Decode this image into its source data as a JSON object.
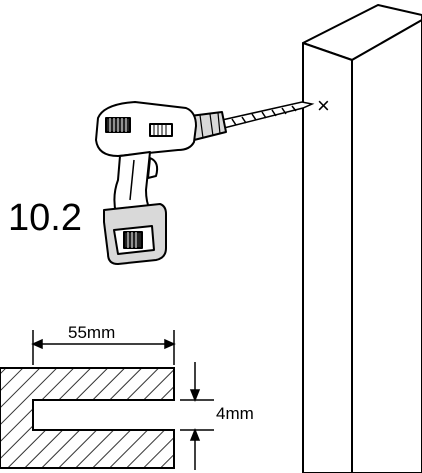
{
  "step_number": "10.2",
  "drill_point_mark": "×",
  "dimension_width": "55mm",
  "dimension_depth": "4mm",
  "icons": {
    "drill": "power-drill-icon",
    "board": "wooden-post-icon",
    "section": "hatched-cross-section-icon"
  },
  "colors": {
    "line": "#000000",
    "background": "#ffffff",
    "body_shade": "#d9d9d9"
  }
}
